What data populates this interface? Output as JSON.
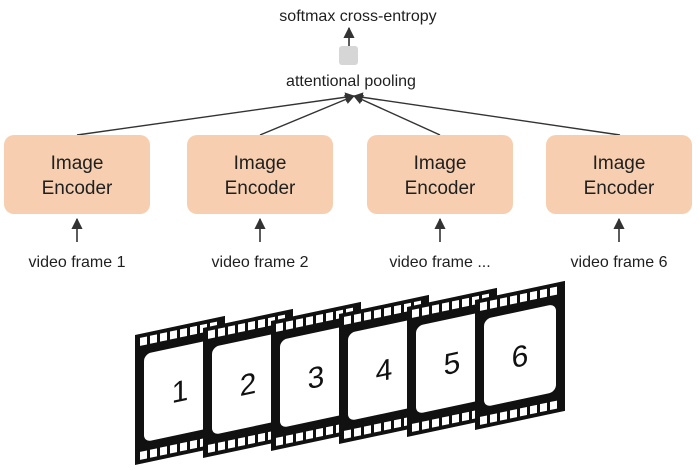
{
  "head_label": "softmax cross-entropy",
  "pooling_label": "attentional pooling",
  "encoders": [
    {
      "line1": "Image",
      "line2": "Encoder",
      "input_label": "video frame 1"
    },
    {
      "line1": "Image",
      "line2": "Encoder",
      "input_label": "video frame 2"
    },
    {
      "line1": "Image",
      "line2": "Encoder",
      "input_label": "video frame ..."
    },
    {
      "line1": "Image",
      "line2": "Encoder",
      "input_label": "video frame 6"
    }
  ],
  "film_frames": [
    "1",
    "2",
    "3",
    "4",
    "5",
    "6"
  ],
  "colors": {
    "encoder_fill": "#f7cfb0",
    "pool_node": "#d6d6d6",
    "arrow": "#333333",
    "film": "#111111"
  }
}
